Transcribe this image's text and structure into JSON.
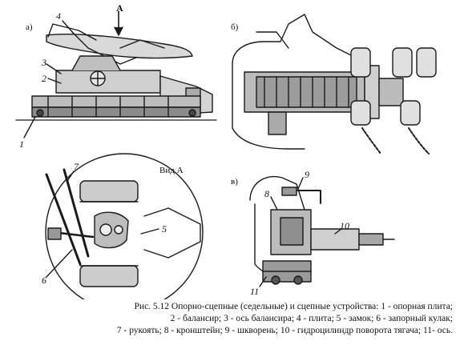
{
  "panels": {
    "a": {
      "label": "а)",
      "view_label": "А"
    },
    "b": {
      "label": "б)"
    },
    "c": {
      "label": "Вид А"
    },
    "d": {
      "label": "в)"
    }
  },
  "callouts": {
    "a": [
      "4",
      "3",
      "2",
      "1"
    ],
    "c": [
      "7",
      "5",
      "6"
    ],
    "d": [
      "9",
      "8",
      "10",
      "11"
    ]
  },
  "caption": {
    "line1": "Рис. 5.12 Опорно-сцепные (седельные) и сцепные устройства:    1 - опорная плита;",
    "line2": "2 - балансир; 3 - ось балансира; 4 - плита; 5 - замок; 6 - запорный кулак;",
    "line3": "7 - рукоять; 8 - кронштейн; 9 - шкворень; 10 - гидроцилиндр поворота тягача; 11- ось."
  }
}
